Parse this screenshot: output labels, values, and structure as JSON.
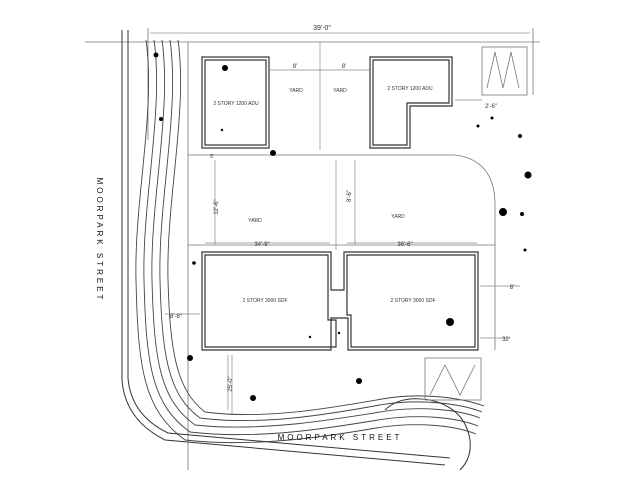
{
  "site": {
    "top_dimension": "39'-0\"",
    "street_name_west": "MOORPARK STREET",
    "street_name_south": "MOORPARK STREET"
  },
  "buildings": {
    "adu_left": {
      "label": "2 STORY 1200 ADU"
    },
    "adu_right": {
      "label": "2 STORY 1200 ADU"
    },
    "sdf_left": {
      "label": "2 STORY 3000 SDF"
    },
    "sdf_right": {
      "label": "2 STORY 3000 SDF"
    }
  },
  "yards": {
    "top_left": "YARD",
    "top_mid": "YARD",
    "mid_left": "YARD",
    "mid_right": "YARD"
  },
  "dimensions": {
    "between_adu_1": "8'",
    "between_adu_2": "8'",
    "adu_right_setback": "2'-6\"",
    "adu_to_yard": "5'",
    "yard_left_depth": "12'-6\"",
    "yard_right_depth": "8'-6\"",
    "sdf_left_width": "34'-9\"",
    "sdf_right_width": "36'-6\"",
    "sdf_left_side": "8'-8\"",
    "sdf_right_setback": "8'",
    "sdf_right_setback_2": "32'",
    "front_setback": "25'-0\""
  },
  "colors": {
    "line": "#555555",
    "building": "#333333",
    "dot": "#000000"
  }
}
